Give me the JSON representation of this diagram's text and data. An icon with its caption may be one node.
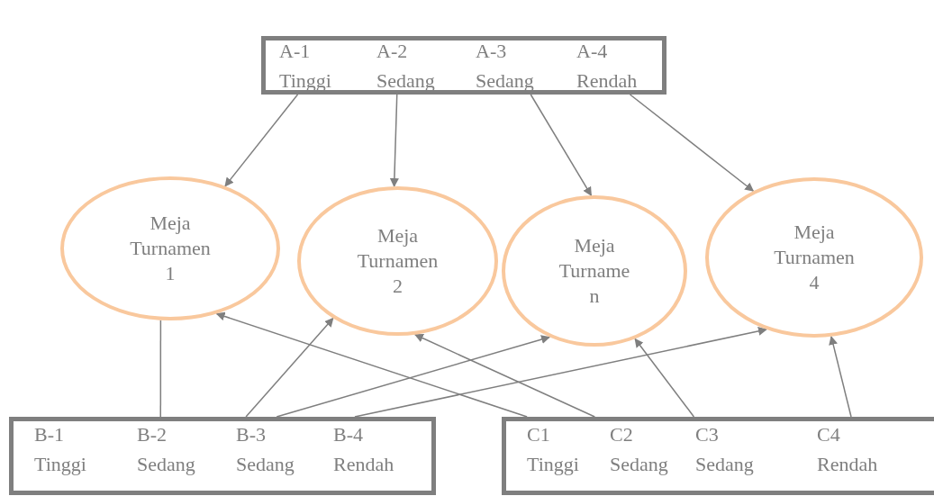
{
  "diagram": {
    "nodes": [
      {
        "text": [
          "A-1 Tinggi",
          "A-2 Sedang",
          "A-3 Sedang",
          "A-4 Rendah"
        ]
      },
      {
        "text": [
          "Meja Turnamen 1"
        ]
      },
      {
        "text": [
          "Meja Turnamen 2"
        ]
      },
      {
        "text": [
          "Meja Turname n"
        ]
      },
      {
        "text": [
          "Meja Turnamen 4"
        ]
      },
      {
        "text": [
          "B-1 Tinggi",
          "B-2 Sedang",
          "B-3 Sedang",
          "B-4 Rendah"
        ]
      },
      {
        "text": [
          "C1 Tinggi",
          "C2 Sedang",
          "C3 Sedang",
          "C4 Rendah"
        ]
      }
    ],
    "edges": [
      {
        "from": 0,
        "to": 1,
        "arrow": "to"
      },
      {
        "from": 0,
        "to": 2,
        "arrow": "to"
      },
      {
        "from": 0,
        "to": 3,
        "arrow": "to"
      },
      {
        "from": 0,
        "to": 4,
        "arrow": "to"
      },
      {
        "from": 5,
        "to": 1,
        "arrow": "none"
      },
      {
        "from": 5,
        "to": 2,
        "arrow": "to"
      },
      {
        "from": 5,
        "to": 3,
        "arrow": "to"
      },
      {
        "from": 5,
        "to": 4,
        "arrow": "to"
      },
      {
        "from": 6,
        "to": 1,
        "arrow": "to"
      },
      {
        "from": 6,
        "to": 2,
        "arrow": "to"
      },
      {
        "from": 6,
        "to": 3,
        "arrow": "to"
      },
      {
        "from": 6,
        "to": 4,
        "arrow": "to"
      }
    ]
  }
}
